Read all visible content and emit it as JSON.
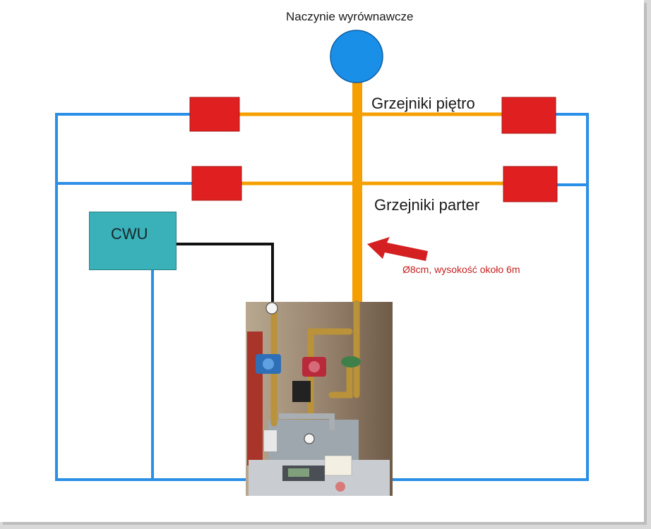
{
  "labels": {
    "expansion_vessel": "Naczynie wyrównawcze",
    "radiators_floor": "Grzejniki piętro",
    "radiators_ground": "Grzejniki parter",
    "cwu": "CWU",
    "pipe_note": "Ø8cm, wysokość około 6m"
  },
  "colors": {
    "supply_pipe": "#f5a000",
    "return_pipe": "#2a8fe6",
    "radiator": "#e02020",
    "vessel": "#1a8fe8",
    "cwu_box": "#3ab0b8",
    "control_wire": "#111111",
    "arrow": "#d42020"
  }
}
